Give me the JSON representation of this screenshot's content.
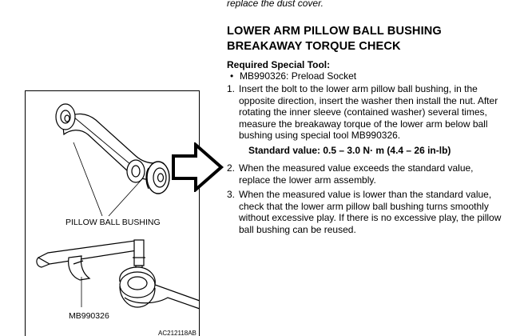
{
  "document": {
    "top_fragment": "replace the dust cover.",
    "heading": "LOWER ARM PILLOW BALL BUSHING BREAKAWAY TORQUE CHECK",
    "required_tool_label": "Required Special Tool:",
    "tool_item": "MB990326: Preload Socket",
    "steps": [
      {
        "number": "1.",
        "text": "Insert the bolt to the lower arm pillow ball bushing, in the opposite direction, insert the washer then install the nut. After rotating the inner sleeve (contained washer) several times, measure the breakaway torque of the lower arm below ball bushing using special tool MB990326."
      },
      {
        "number": "2.",
        "text": "When the measured value exceeds the standard value, replace the lower arm assembly."
      },
      {
        "number": "3.",
        "text": "When the measured value is lower than the standard value, check that the lower arm pillow ball bushing turns smoothly without excessive play. If there is no excessive play, the pillow ball bushing can be reused."
      }
    ],
    "standard_value": "Standard value: 0.5 – 3.0 N· m (4.4 – 26 in-lb)"
  },
  "figure": {
    "label_pillow": "PILLOW BALL BUSHING",
    "label_tool": "MB990326",
    "figure_code": "AC212118AB"
  },
  "icons": {
    "bullet": "•",
    "arrow": "right-arrow-icon"
  }
}
